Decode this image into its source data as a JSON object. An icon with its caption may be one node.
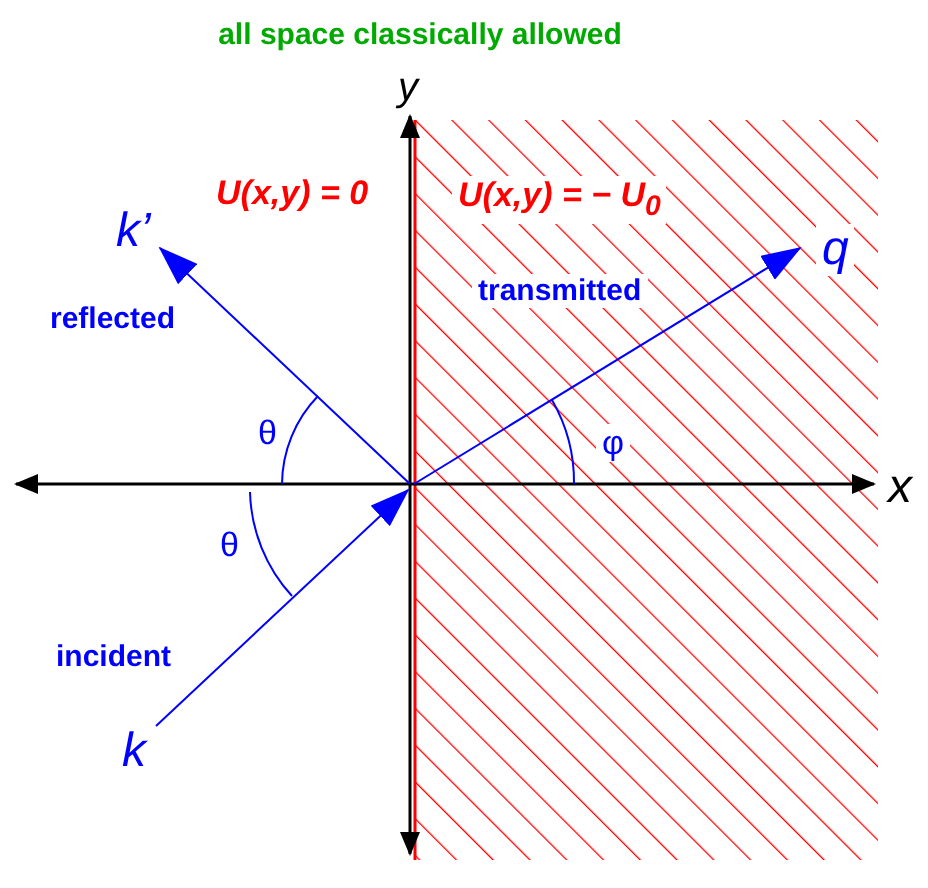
{
  "diagram": {
    "title": "all space classically allowed",
    "labels": [
      "y",
      "U(x,y) = 0",
      "U(x,y) = − U$_{0}$",
      "k’",
      "q",
      "reflected",
      "transmitted",
      "θ",
      "φ",
      "x",
      "θ",
      "incident",
      "k"
    ]
  }
}
